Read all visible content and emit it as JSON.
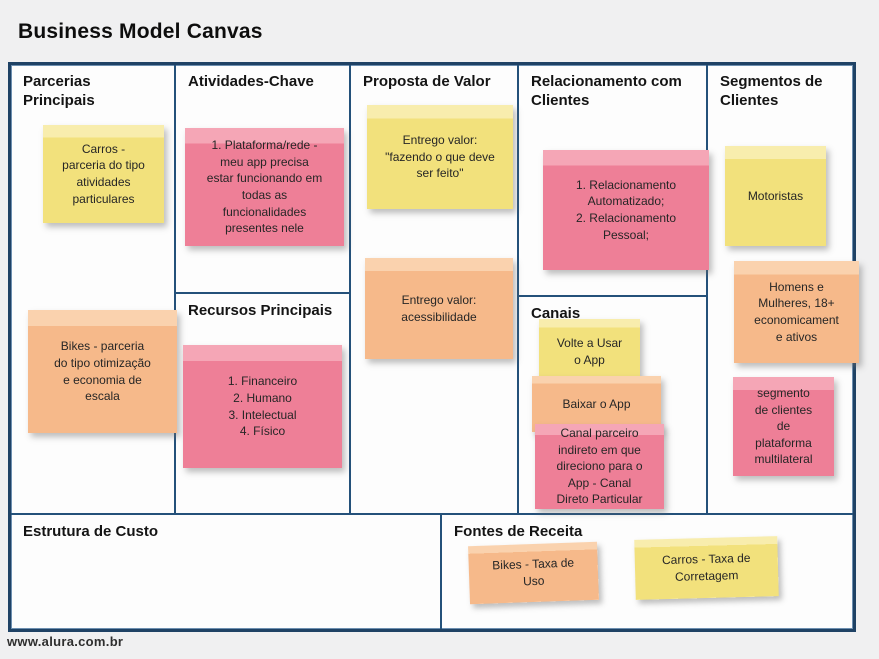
{
  "title": "Business Model Canvas",
  "footer": "www.alura.com.br",
  "colors": {
    "note_yellow": "#F2E17C",
    "note_orange": "#F6B98A",
    "note_pink": "#EE7F97",
    "canvas_border": "#1F4265",
    "background": "#F0F0F1"
  },
  "sections": {
    "parcerias": {
      "title": "Parcerias Principais",
      "notes": [
        {
          "color": "yellow",
          "text": "Carros -\nparceria do tipo\natividades\nparticulares"
        },
        {
          "color": "orange",
          "text": "Bikes - parceria\ndo tipo otimização\ne economia de\nescala"
        }
      ]
    },
    "atividades": {
      "title": "Atividades-Chave",
      "notes": [
        {
          "color": "pink",
          "text": "1. Plataforma/rede -\nmeu app precisa\nestar funcionando em\ntodas as\nfuncionalidades\npresentes nele"
        }
      ]
    },
    "recursos": {
      "title": "Recursos Principais",
      "notes": [
        {
          "color": "pink",
          "text": "1. Financeiro\n2. Humano\n3. Intelectual\n4. Físico"
        }
      ]
    },
    "proposta": {
      "title": "Proposta de Valor",
      "notes": [
        {
          "color": "yellow",
          "text": "Entrego valor:\n\"fazendo o que deve\nser feito\""
        },
        {
          "color": "orange",
          "text": "Entrego valor:\nacessibilidade"
        }
      ]
    },
    "relacionamento": {
      "title": "Relacionamento com Clientes",
      "notes": [
        {
          "color": "pink",
          "text": "1. Relacionamento\nAutomatizado;\n2. Relacionamento\nPessoal;"
        }
      ]
    },
    "canais": {
      "title": "Canais",
      "notes": [
        {
          "color": "yellow",
          "text": "Volte a Usar\no App"
        },
        {
          "color": "orange",
          "text": "Baixar o App"
        },
        {
          "color": "pink",
          "text": "Canal parceiro\nindireto em que\ndireciono para o\nApp - Canal\nDireto Particular"
        }
      ]
    },
    "segmentos": {
      "title": "Segmentos de Clientes",
      "notes": [
        {
          "color": "yellow",
          "text": "Motoristas"
        },
        {
          "color": "orange",
          "text": "Homens e\nMulheres, 18+\neconomicament\ne ativos"
        },
        {
          "color": "pink",
          "text": "segmento\nde clientes\nde\nplataforma\nmultilateral"
        }
      ]
    },
    "estrutura": {
      "title": "Estrutura de Custo",
      "notes": []
    },
    "fontes": {
      "title": "Fontes de Receita",
      "notes": [
        {
          "color": "orange",
          "text": "Bikes - Taxa de\nUso"
        },
        {
          "color": "yellow",
          "text": "Carros - Taxa de\nCorretagem"
        }
      ]
    }
  }
}
